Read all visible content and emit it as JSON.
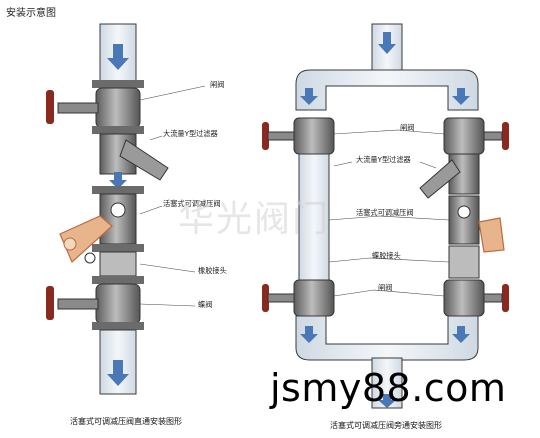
{
  "title": "安装示意图",
  "left_labels": {
    "gate_valve_top": "闸阀",
    "y_strainer": "大流量Y型过滤器",
    "pressure_reducing_valve": "活塞式可调减压阀",
    "flexible_joint": "橡胶接头",
    "gate_valve_bottom": "蝶阀"
  },
  "right_labels": {
    "gate_valve_top": "闸阀",
    "y_strainer": "大流量Y型过滤器",
    "pressure_reducing_valve": "活塞式可调减压阀",
    "flexible_joint": "蝶胶接头",
    "gate_valve_bottom": "闸阀"
  },
  "captions": {
    "left": "活塞式可调减压阀直通安装图形",
    "right": "活塞式可调减压阀旁通安装图形"
  },
  "watermark": "华光阀门",
  "site_text": "jsmy88.com",
  "colors": {
    "pipe_fill": "#e4ecf4",
    "pipe_stroke": "#3a3a3a",
    "flow_arrow": "#4a78b6",
    "valve_body": "#7c7c7c",
    "handwheel": "#8a2a1e",
    "reducer_fill": "#e7b48c",
    "reducer_stroke": "#c06a3c"
  }
}
